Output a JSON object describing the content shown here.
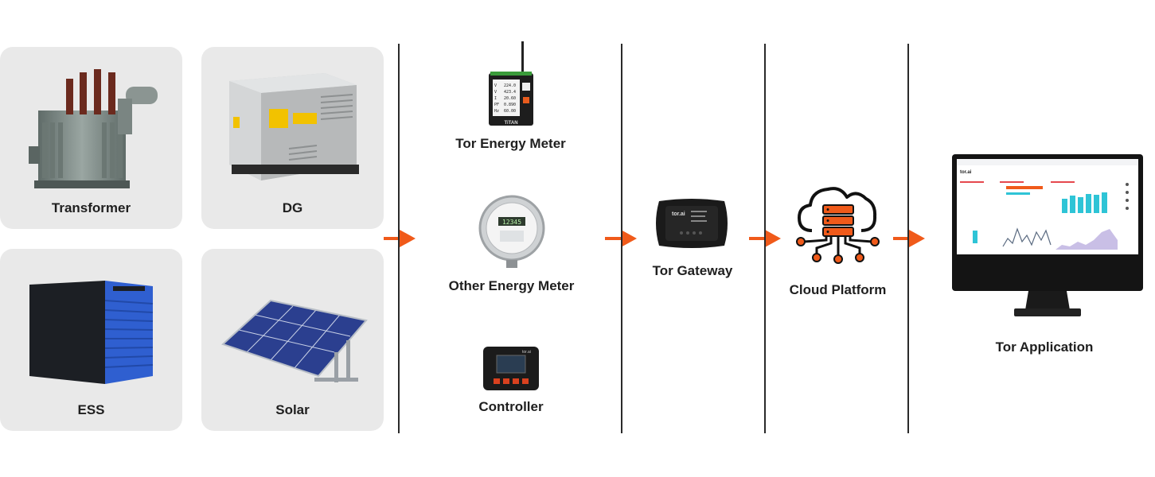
{
  "sources": {
    "transformer": "Transformer",
    "dg": "DG",
    "ess": "ESS",
    "solar": "Solar"
  },
  "devices": {
    "tor_meter": "Tor Energy Meter",
    "other_meter": "Other Energy Meter",
    "controller": "Controller",
    "tor_meter_readings": [
      "224.0",
      "423.4",
      "20.60",
      "0.890",
      "60.00"
    ],
    "tor_meter_readings_labels": [
      "V",
      "V",
      "I",
      "PF",
      "Hz"
    ],
    "tor_meter_brand": "TiTAN",
    "other_meter_display": "12345",
    "device_logo": "tor.ai"
  },
  "gateway": {
    "label": "Tor Gateway",
    "logo": "tor.ai"
  },
  "cloud": {
    "label": "Cloud Platform"
  },
  "application": {
    "label": "Tor Application",
    "logo": "tor.ai"
  },
  "colors": {
    "accent": "#f05a1a",
    "card": "#e9e9e9",
    "divider": "#2a2a2a",
    "ess_blue": "#2f5fd0",
    "solar_blue": "#2b3f8f"
  },
  "icons": {
    "arrow": "arrow-right-icon",
    "cloud": "cloud-server-icon"
  }
}
